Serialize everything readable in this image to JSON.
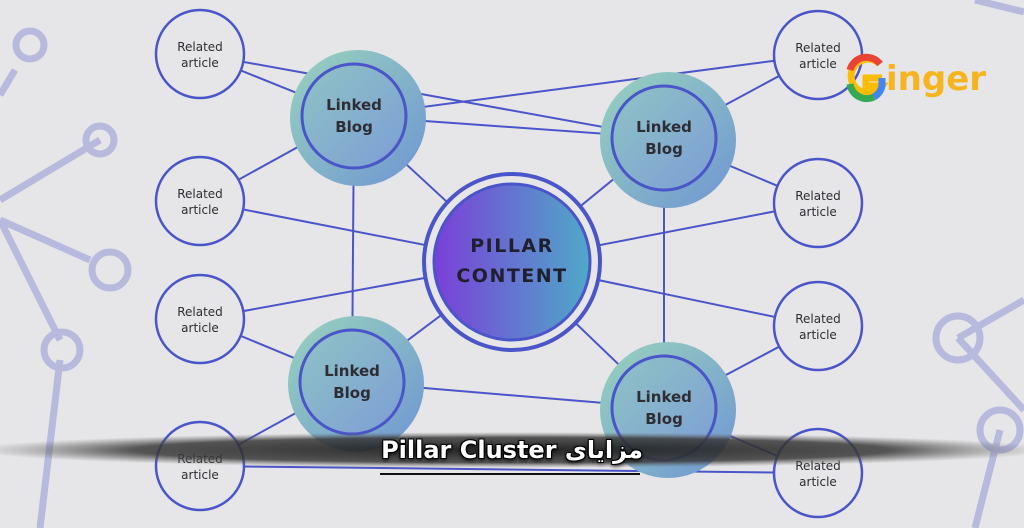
{
  "diagram": {
    "center_label_line1": "PILLAR",
    "center_label_line2": "CONTENT",
    "blog_label_line1": "Linked",
    "blog_label_line2": "Blog",
    "related_label_line1": "Related",
    "related_label_line2": "article"
  },
  "banner": {
    "title": "مزایای Pillar Cluster"
  },
  "logo": {
    "first_letter": "G",
    "rest": "inger",
    "colors": {
      "g_red": "#e94335",
      "g_yellow": "#fbbc05",
      "g_green": "#34a853",
      "g_blue": "#4285f4",
      "text": "#f6b51e"
    }
  },
  "colors": {
    "line": "#4a55c9",
    "node_stroke": "#4a55c9",
    "halo": "#8ec9c0",
    "blog_fill_top": "#8fc3c4",
    "blog_fill_bottom": "#7c9ed6",
    "pillar_left": "#7a3fd8",
    "pillar_right": "#4fa9c8",
    "background_network": "#b3b5dc"
  }
}
